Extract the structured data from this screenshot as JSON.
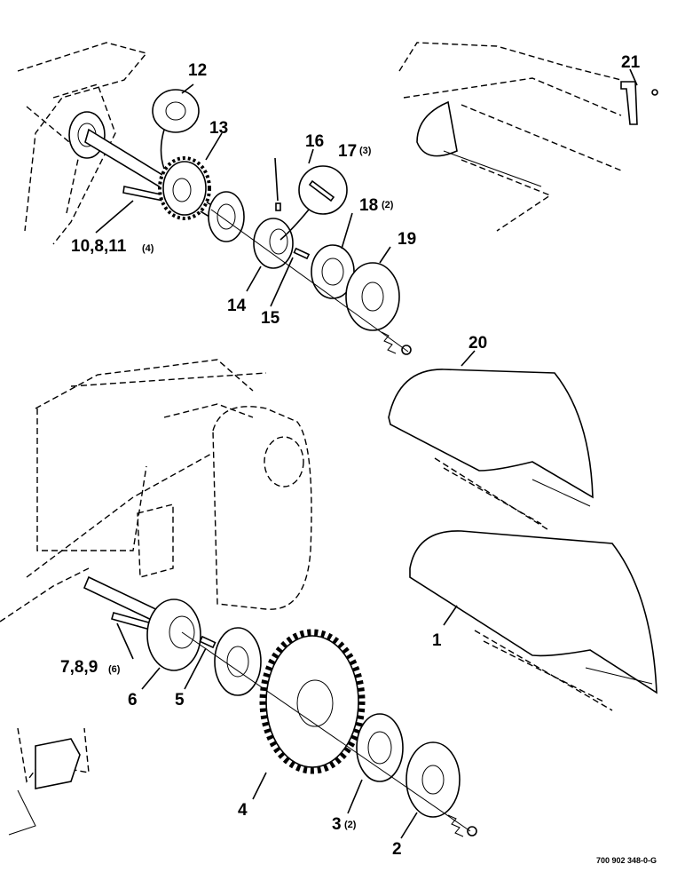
{
  "callouts": {
    "c1": "1",
    "c2": "2",
    "c3": "3",
    "c3_qty": "(2)",
    "c4": "4",
    "c5": "5",
    "c6": "6",
    "c7": "7,8,9",
    "c7_qty": "(6)",
    "c10": "10,8,11",
    "c10_qty": "(4)",
    "c12": "12",
    "c13": "13",
    "c14": "14",
    "c15": "15",
    "c16": "16",
    "c17": "17",
    "c17_qty": "(3)",
    "c18": "18",
    "c18_qty": "(2)",
    "c19": "19",
    "c20": "20",
    "c21": "21"
  },
  "drawing_code": "700 902 348-0-G"
}
